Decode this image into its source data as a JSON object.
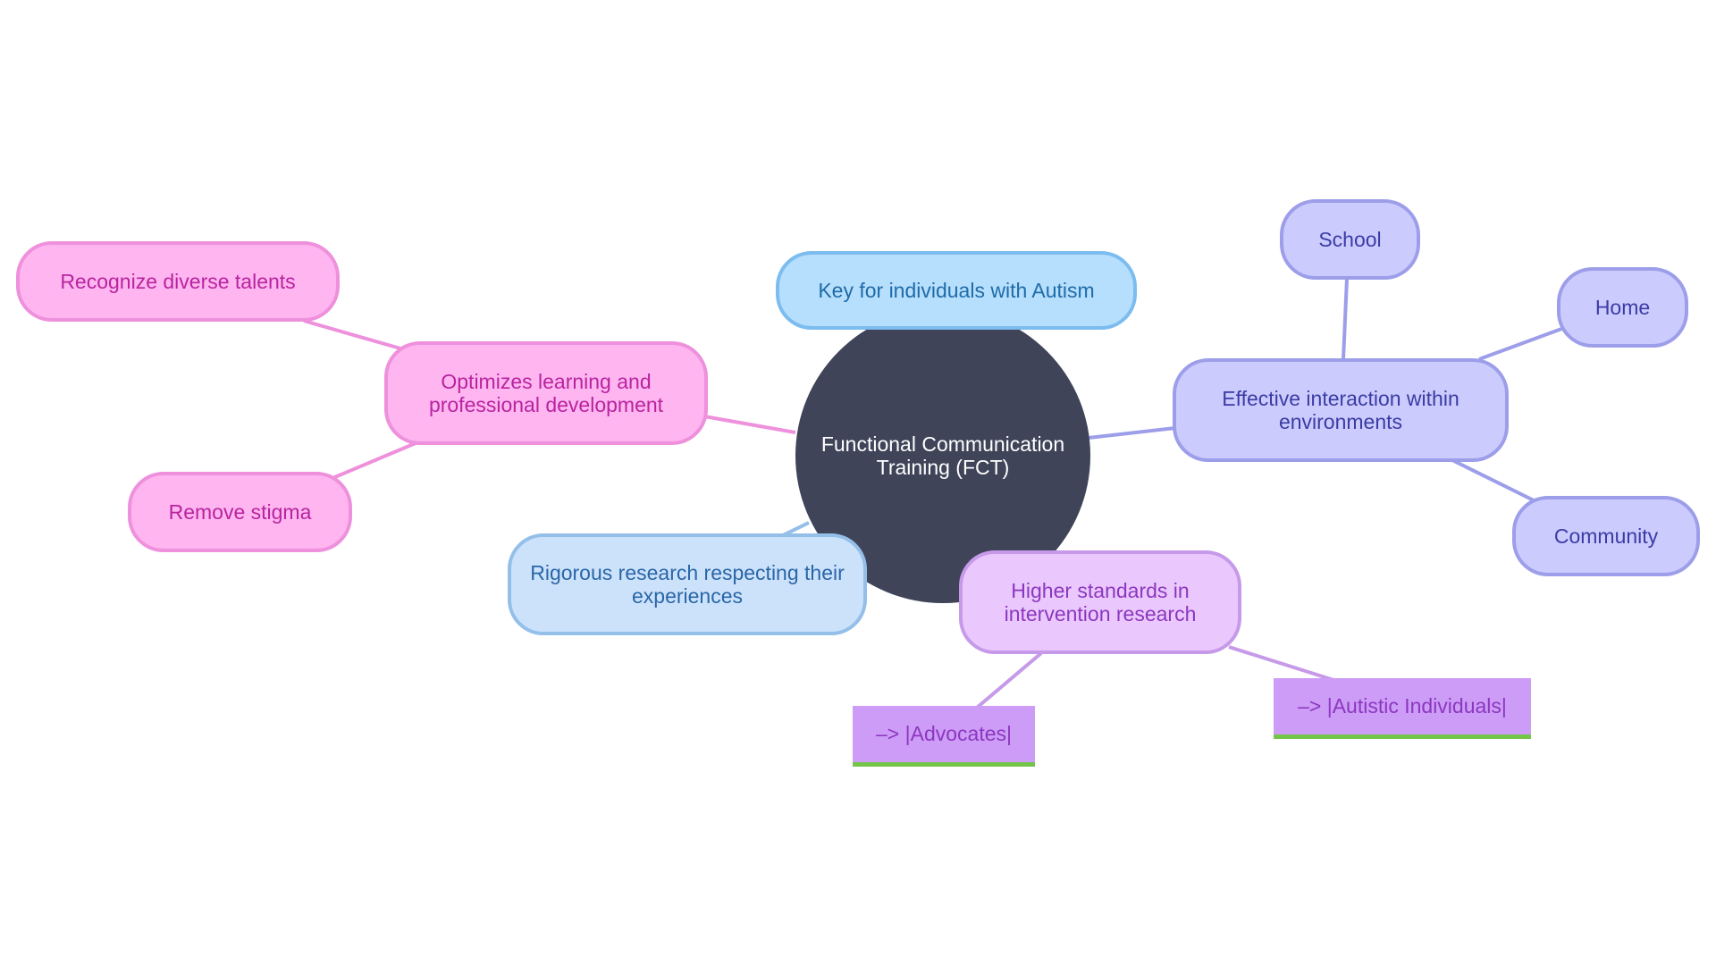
{
  "mindmap": {
    "root": "Functional Communication Training (FCT)",
    "key_autism": "Key for individuals with Autism",
    "rigorous_research": "Rigorous research respecting their experiences",
    "optimizes": "Optimizes learning and professional development",
    "recognize_talents": "Recognize diverse talents",
    "remove_stigma": "Remove stigma",
    "effective_interaction": "Effective interaction within environments",
    "school": "School",
    "home": "Home",
    "community": "Community",
    "higher_standards": "Higher standards in intervention research",
    "advocates": "–> |Advocates|",
    "autistic_individuals": "–> |Autistic Individuals|"
  },
  "colors": {
    "root": "#3f4459",
    "blue": "#b6defd",
    "pink": "#ffb5f0",
    "violet": "#cbcbfe",
    "lilac": "#eac8fd",
    "tag": "#cd9cf7",
    "tag_underline": "#74c44a"
  }
}
